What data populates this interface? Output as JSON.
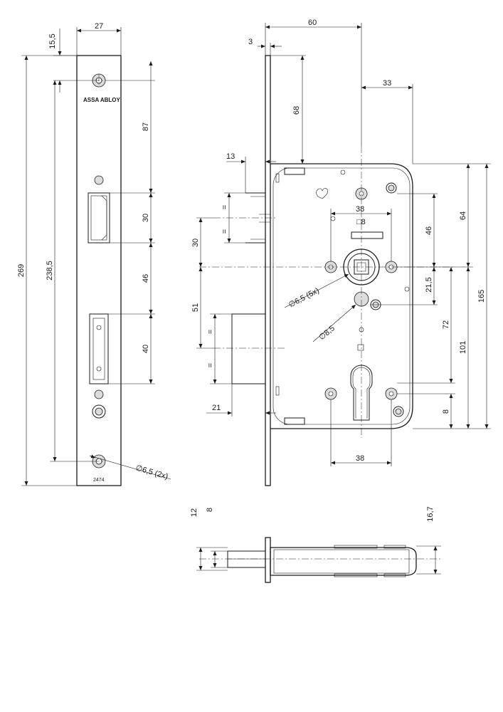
{
  "brand": "ASSA ABLOY",
  "part_number": "2474",
  "symbol_equal": "=",
  "square_label": "□8",
  "front_view": {
    "dim_top_offset": "15,5",
    "dim_plate_width": "27",
    "dim_total_height": "269",
    "dim_hole_span": "238,5",
    "dim_87": "87",
    "dim_30": "30",
    "dim_46": "46",
    "dim_40": "40",
    "dim_holes_dia": "∅6,5 (2x)"
  },
  "side_view": {
    "dim_60": "60",
    "dim_3": "3",
    "dim_33": "33",
    "dim_68": "68",
    "dim_13": "13",
    "dim_30": "30",
    "dim_51": "51",
    "dim_21": "21",
    "dim_38_top": "38",
    "dim_38_bottom": "38",
    "dim_46": "46",
    "dim_64": "64",
    "dim_21_5": "21,5",
    "dim_165": "165",
    "dim_72": "72",
    "dim_101": "101",
    "dim_8": "8",
    "dim_dia_65": "∅6,5 (5x)",
    "dim_dia_85": "∅8,5"
  },
  "bottom_view": {
    "dim_12": "12",
    "dim_8": "8",
    "dim_16_7": "16,7"
  }
}
